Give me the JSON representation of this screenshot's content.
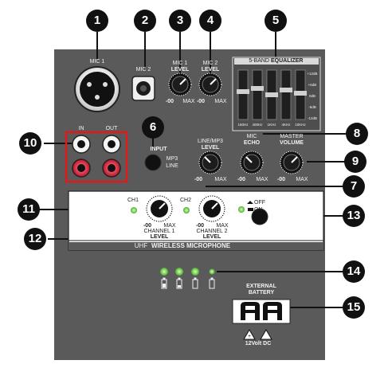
{
  "labels": {
    "mic1": "MIC 1",
    "mic2": "MIC 2",
    "mic1_level_top": "MIC 1",
    "mic1_level_bottom": "LEVEL",
    "mic2_level_top": "MIC 2",
    "mic2_level_bottom": "LEVEL",
    "min": "-00",
    "max": "MAX",
    "eq_title_a": "5-BAND",
    "eq_title_b": "EQUALIZER",
    "eq_freqs": [
      "160Hz",
      "400Hz",
      "1KHz",
      "4KHz",
      "10KHz"
    ],
    "eq_db": [
      "+12dB",
      "+6dB",
      "0dB",
      "-6dB",
      "-12dB"
    ],
    "in": "IN",
    "out": "OUT",
    "input": "INPUT",
    "mp3": "MP3",
    "line": "LINE",
    "line_mp3_top": "LINE/MP3",
    "line_mp3_bottom": "LEVEL",
    "mic_echo_top": "MIC",
    "mic_echo_bottom": "ECHO",
    "master_top": "MASTER",
    "master_bottom": "VOLUME",
    "ch1": "CH1",
    "ch2": "CH2",
    "channel1_top": "CHANNEL 1",
    "channel1_bottom": "LEVEL",
    "channel2_top": "CHANNEL 2",
    "channel2_bottom": "LEVEL",
    "off": "OFF",
    "on": "ON",
    "uhf_a": "UHF",
    "uhf_b": "WIRELESS MICROPHONE",
    "external_top": "EXTERNAL",
    "external_bottom": "BATTERY",
    "battery_dc": "12Volt DC"
  },
  "callouts": [
    "1",
    "2",
    "3",
    "4",
    "5",
    "6",
    "7",
    "8",
    "9",
    "10",
    "11",
    "12",
    "13",
    "14",
    "15"
  ],
  "colors": {
    "panel": "#5a5a5a",
    "wireless_panel": "#ffffff",
    "callout": "#111111",
    "led_green": "#7ed957",
    "rca_red": "#d9213a",
    "outline_red": "#e01919"
  }
}
